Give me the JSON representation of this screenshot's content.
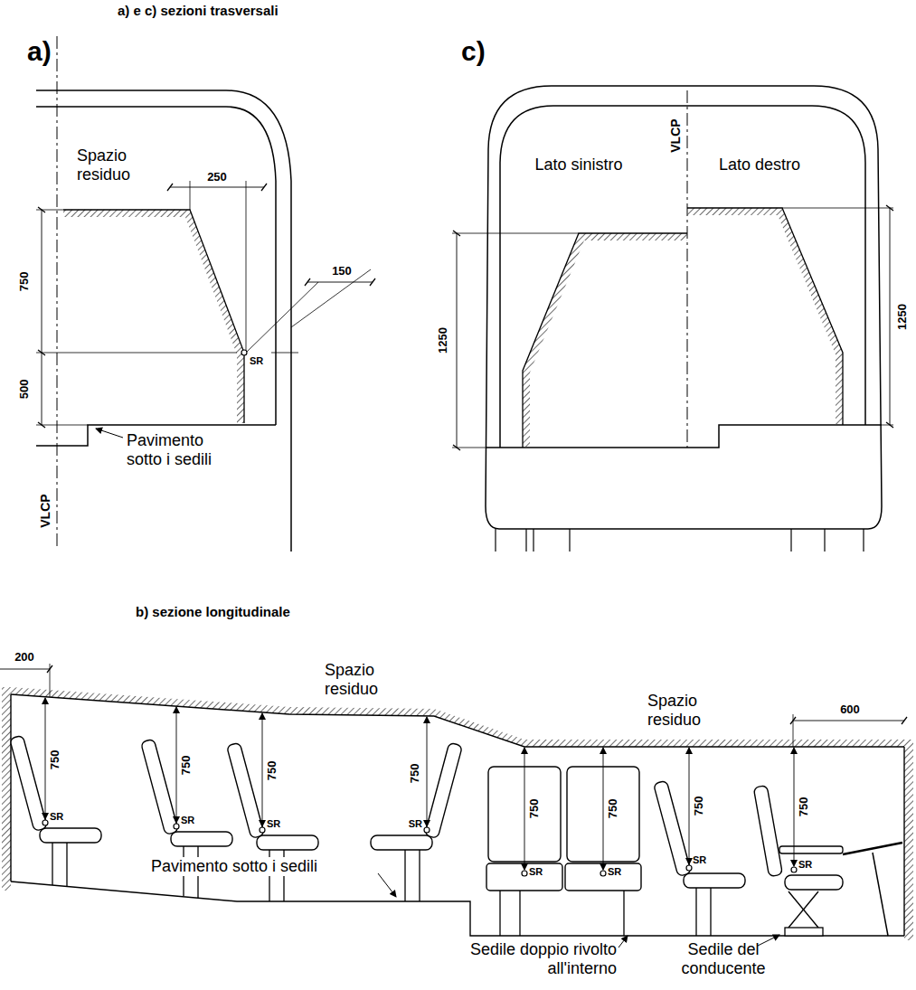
{
  "diagram": {
    "labels": [
      "a) e c) sezioni trasversali",
      "a)",
      "c)",
      "Spazio residuo",
      "250",
      "150",
      "750",
      "SR",
      "500",
      "Pavimento sotto i sedili",
      "VLCP",
      "Lato sinistro",
      "VLCP",
      "Lato destro",
      "1250",
      "1250",
      "b) sezione longitudinale",
      "200",
      "Spazio residuo",
      "Spazio residuo",
      "600",
      "750",
      "750",
      "750",
      "750",
      "750",
      "750",
      "750",
      "750",
      "SR",
      "SR",
      "SR",
      "SR",
      "SR",
      "SR",
      "SR",
      "SR",
      "Pavimento sotto i sedili",
      "Sedile doppio rivolto all'interno",
      "Sedile del conducente"
    ]
  }
}
